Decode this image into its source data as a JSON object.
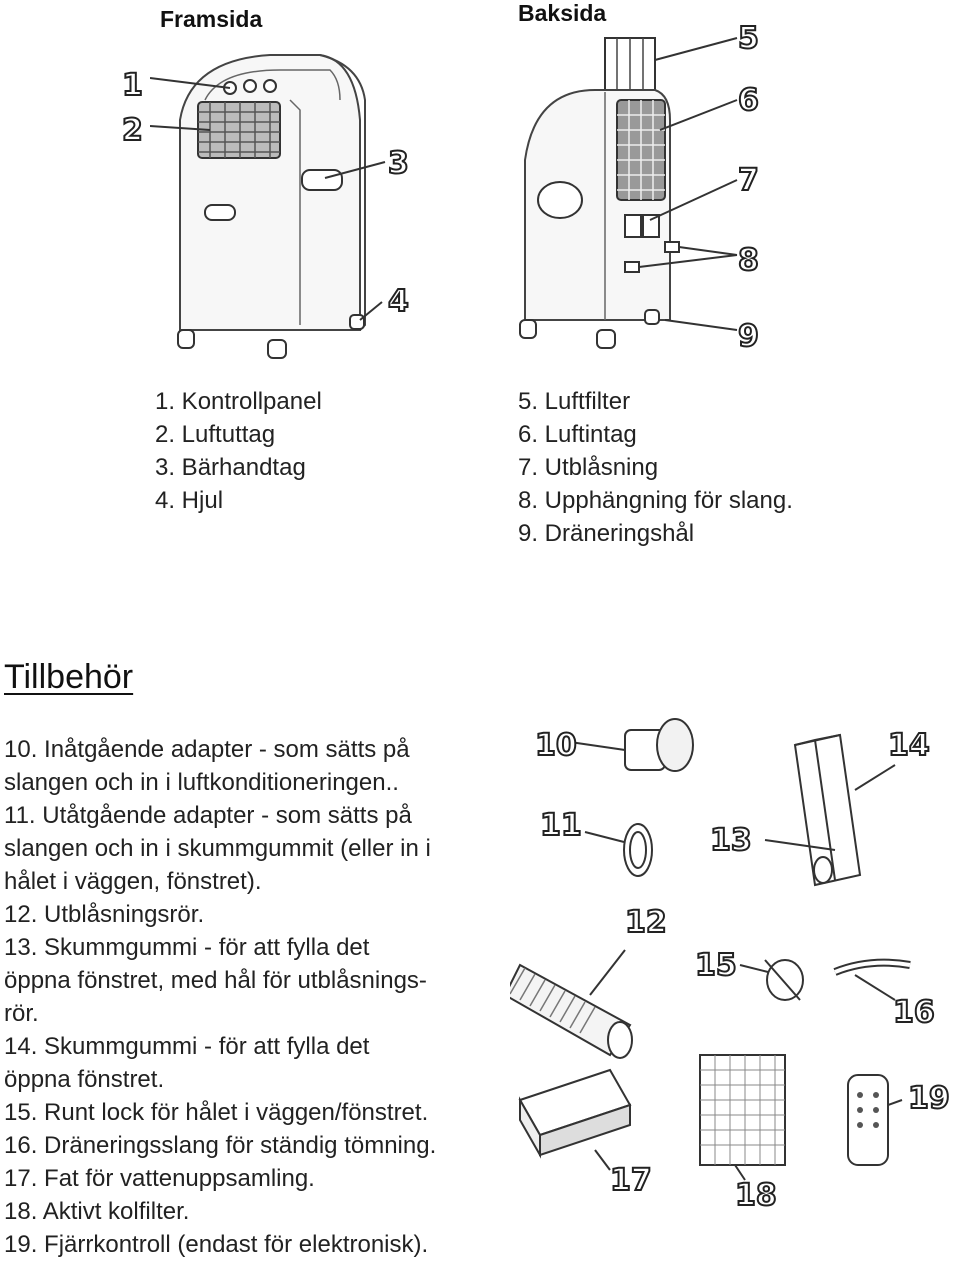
{
  "front": {
    "title": "Framsida",
    "parts": [
      "1. Kontrollpanel",
      "2. Luftuttag",
      "3. Bärhandtag",
      "4. Hjul"
    ],
    "callouts": [
      "1",
      "2",
      "3",
      "4"
    ]
  },
  "back": {
    "title": "Baksida",
    "parts": [
      "5. Luftfilter",
      "6. Luftintag",
      "7. Utblåsning",
      "8. Upphängning för slang.",
      "9. Dräneringshål"
    ],
    "callouts": [
      "5",
      "6",
      "7",
      "8",
      "9"
    ]
  },
  "accessories": {
    "heading": "Tillbehör",
    "items": [
      "10. Inåtgående adapter - som sätts på",
      "slangen och in i luftkonditioneringen..",
      "11. Utåtgående adapter - som sätts på",
      "slangen och in i skummgummit (eller in i",
      "hålet i väggen, fönstret).",
      "12. Utblåsningsrör.",
      "13. Skummgummi - för att fylla det",
      "öppna fönstret, med hål för utblåsnings-",
      "rör.",
      "14. Skummgummi - för att fylla det",
      "öppna fönstret.",
      "15. Runt lock för hålet i väggen/fönstret.",
      "16. Dräneringsslang för ständig tömning.",
      "17. Fat för vattenuppsamling.",
      "18. Aktivt kolfilter.",
      "19. Fjärrkontroll (endast för elektronisk)."
    ],
    "callouts": [
      "10",
      "11",
      "12",
      "13",
      "14",
      "15",
      "16",
      "17",
      "18",
      "19"
    ]
  }
}
